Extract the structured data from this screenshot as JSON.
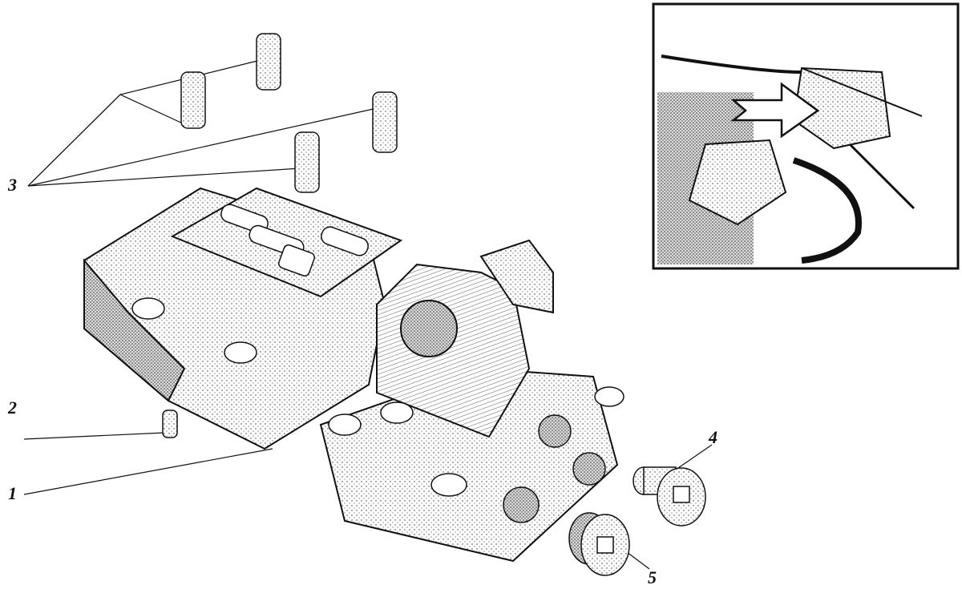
{
  "labels": {
    "part_1": "1",
    "part_2": "2",
    "part_3": "3",
    "part_4": "4",
    "part_5": "5"
  },
  "colors": {
    "ink": "#111111",
    "paper": "#ffffff",
    "shade": "#cfcfcf"
  }
}
